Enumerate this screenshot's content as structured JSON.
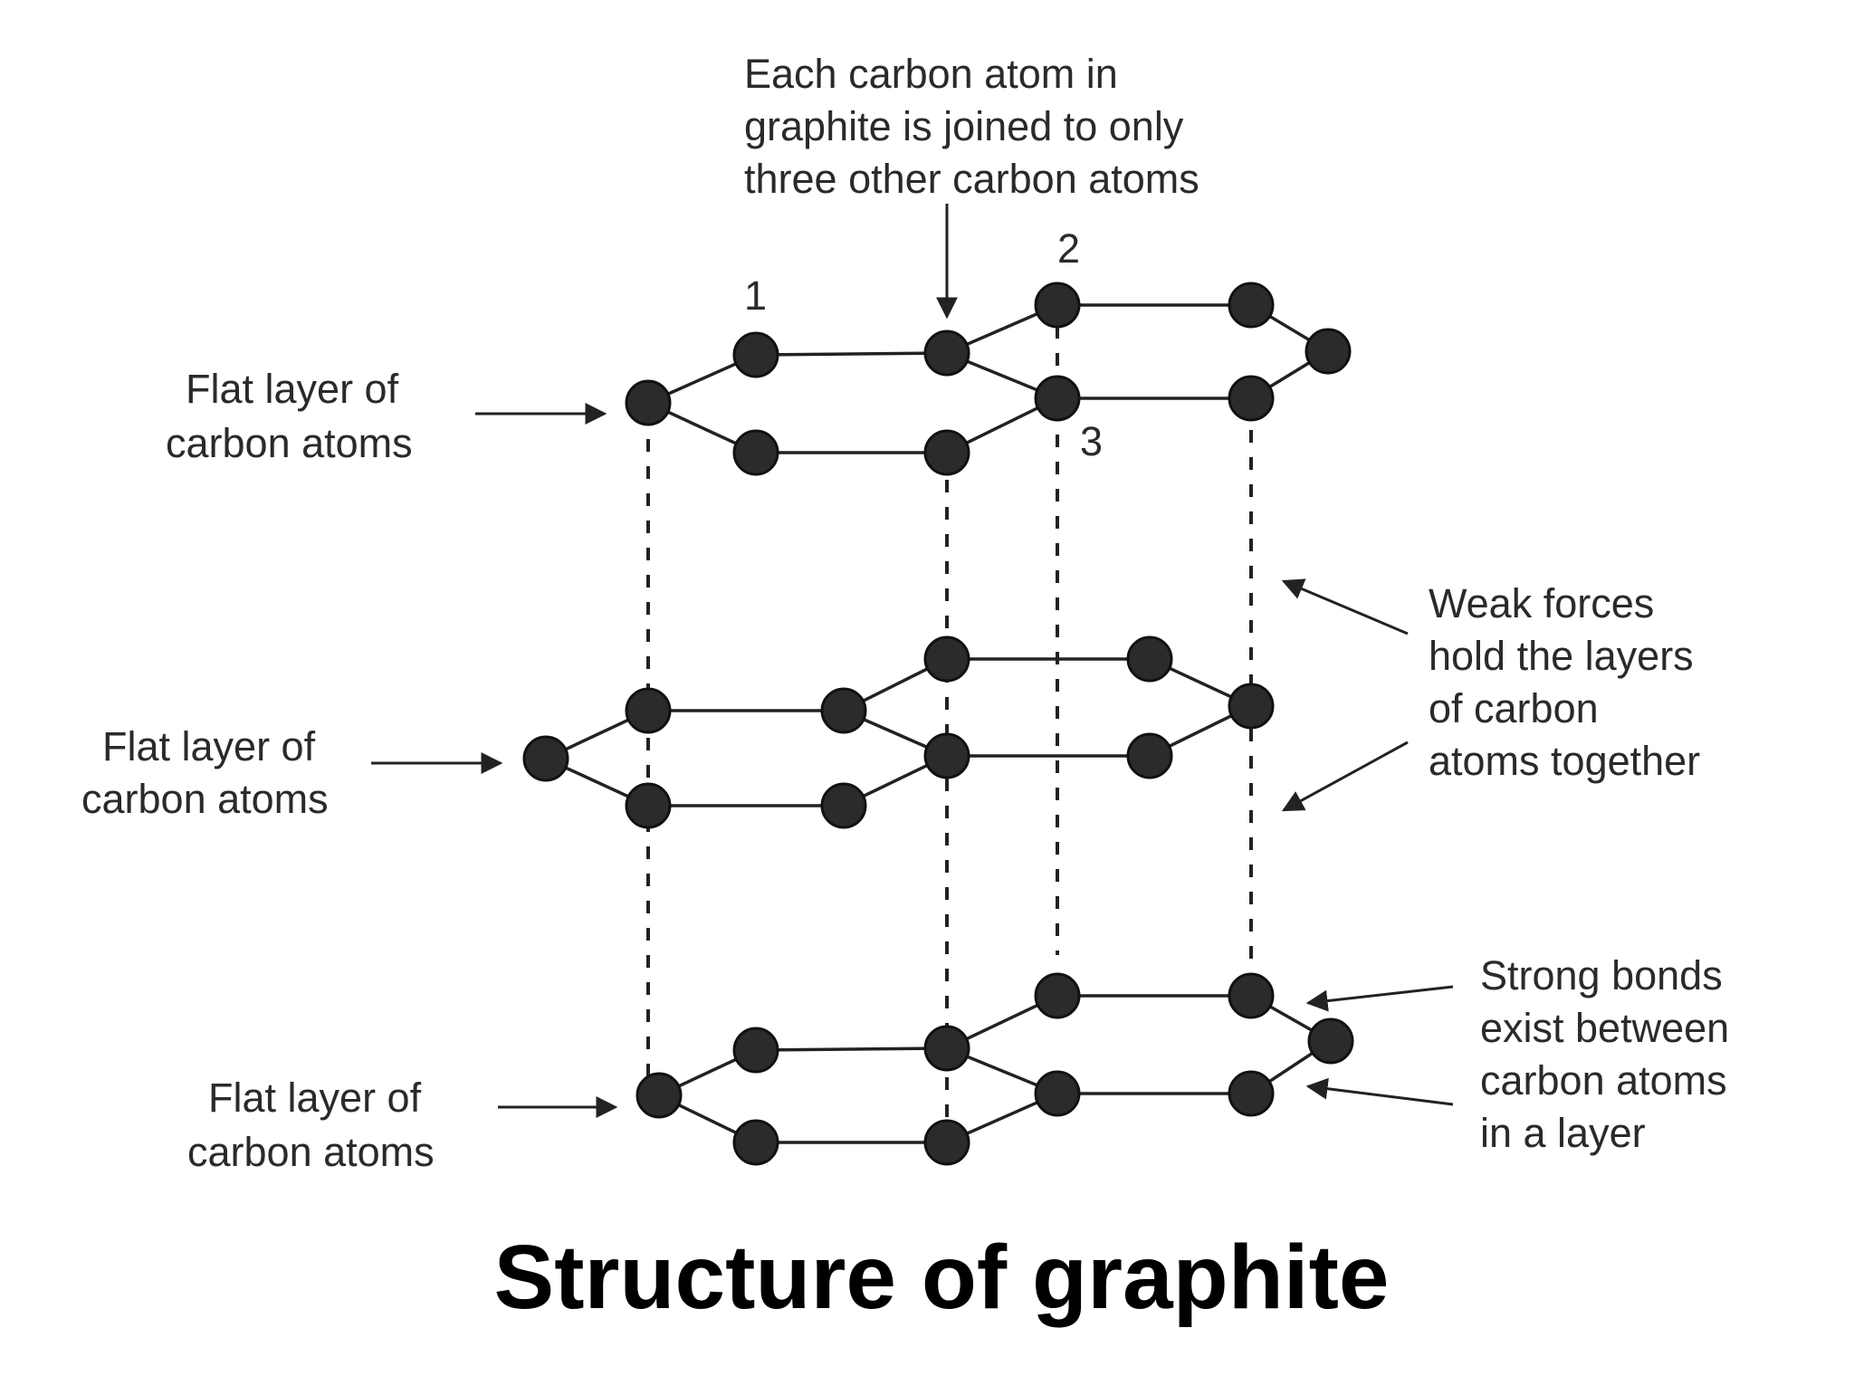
{
  "title": "Structure of graphite",
  "callouts": {
    "top_note": [
      "Each carbon atom in",
      "graphite is joined to only",
      "three other carbon atoms"
    ],
    "layer_top": [
      "Flat layer of",
      "carbon atoms"
    ],
    "layer_middle": [
      "Flat layer of",
      "carbon atoms"
    ],
    "layer_bottom": [
      "Flat layer of",
      "carbon atoms"
    ],
    "weak_forces": [
      "Weak forces",
      "hold the layers",
      "of carbon",
      "atoms together"
    ],
    "strong_bonds": [
      "Strong bonds",
      "exist between",
      "carbon atoms",
      "in a layer"
    ]
  },
  "atom_numbers": [
    "1",
    "2",
    "3"
  ],
  "colors": {
    "atom": "#2b2b2b",
    "line": "#222222",
    "background": "#ffffff"
  }
}
